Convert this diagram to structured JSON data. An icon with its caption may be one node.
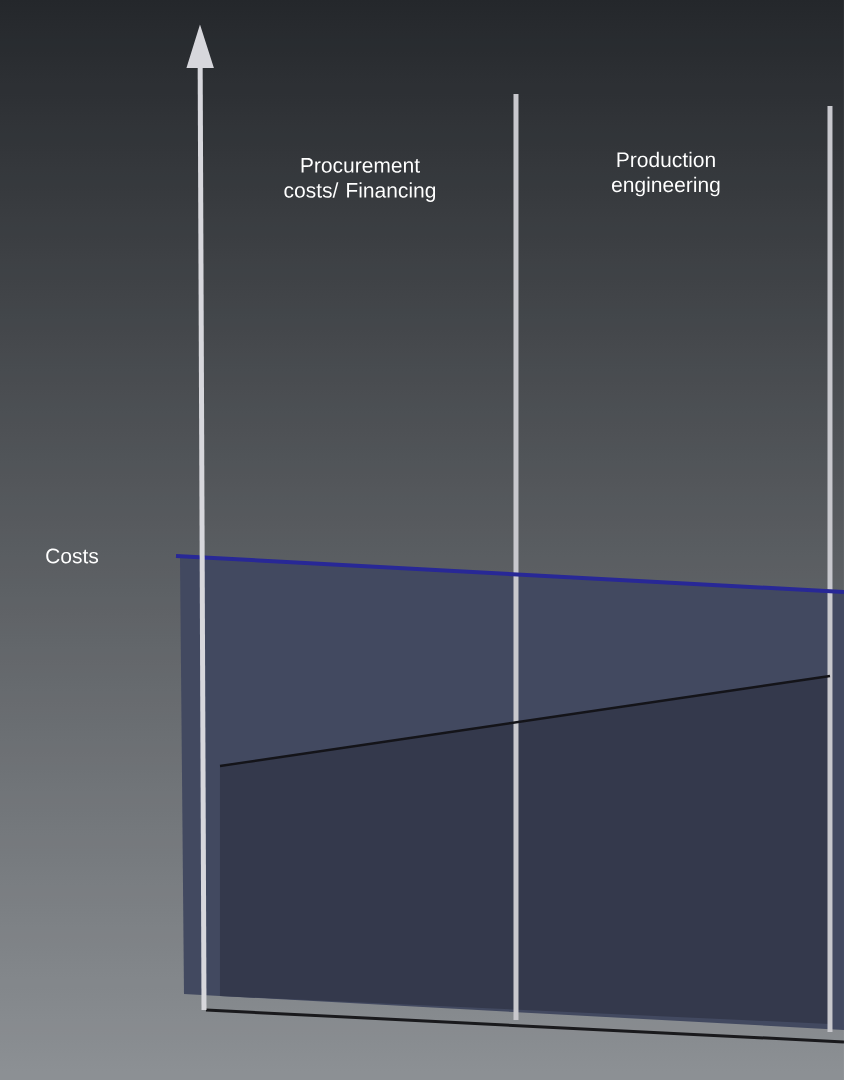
{
  "diagram": {
    "labels": [
      "Procurement costs/ Financing",
      "Production engineering",
      "Costs"
    ]
  }
}
